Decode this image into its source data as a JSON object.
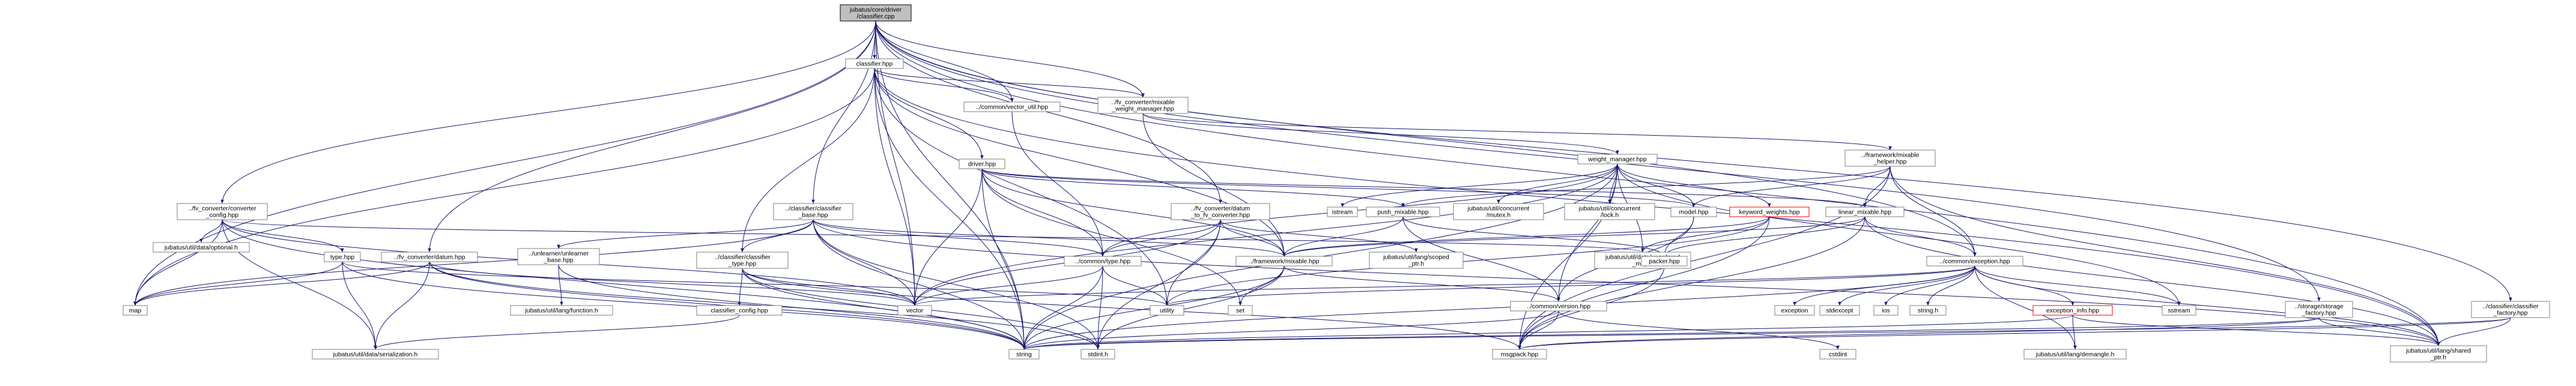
{
  "diagram": {
    "colors": {
      "edge": "#191970",
      "root_fill": "#bfbfbf",
      "box_border": "#7f7f7f",
      "red_border": "#ff0000",
      "background": "#ffffff"
    },
    "nodes": [
      {
        "id": "root",
        "lines": [
          "jubatus/core/driver",
          "/classifier.cpp"
        ],
        "style": "root"
      },
      {
        "id": "classifier_hpp",
        "lines": [
          "classifier.hpp"
        ],
        "style": "plain"
      },
      {
        "id": "vector_util",
        "lines": [
          "../common/vector_util.hpp"
        ],
        "style": "plain"
      },
      {
        "id": "fv_mixable_weight_manager",
        "lines": [
          "../fv_converter/mixable",
          "_weight_manager.hpp"
        ],
        "style": "plain"
      },
      {
        "id": "driver_hpp",
        "lines": [
          "driver.hpp"
        ],
        "style": "plain"
      },
      {
        "id": "weight_manager",
        "lines": [
          "weight_manager.hpp"
        ],
        "style": "plain"
      },
      {
        "id": "framework_mixable_helper",
        "lines": [
          "../framework/mixable",
          "_helper.hpp"
        ],
        "style": "plain"
      },
      {
        "id": "fv_converter_config",
        "lines": [
          "../fv_converter/converter",
          "_config.hpp"
        ],
        "style": "plain"
      },
      {
        "id": "classifier_base",
        "lines": [
          "../classifier/classifier",
          "_base.hpp"
        ],
        "style": "plain"
      },
      {
        "id": "fv_datum_to_fv",
        "lines": [
          "../fv_converter/datum",
          "_to_fv_converter.hpp"
        ],
        "style": "plain"
      },
      {
        "id": "istream",
        "lines": [
          "istream"
        ],
        "style": "plain"
      },
      {
        "id": "push_mixable",
        "lines": [
          "push_mixable.hpp"
        ],
        "style": "plain"
      },
      {
        "id": "concurrent_mutex",
        "lines": [
          "jubatus/util/concurrent",
          "/mutex.h"
        ],
        "style": "plain"
      },
      {
        "id": "concurrent_lock",
        "lines": [
          "jubatus/util/concurrent",
          "/lock.h"
        ],
        "style": "plain"
      },
      {
        "id": "model_hpp",
        "lines": [
          "model.hpp"
        ],
        "style": "plain"
      },
      {
        "id": "keyword_weights",
        "lines": [
          "keyword_weights.hpp"
        ],
        "style": "red"
      },
      {
        "id": "linear_mixable",
        "lines": [
          "linear_mixable.hpp"
        ],
        "style": "plain"
      },
      {
        "id": "data_optional",
        "lines": [
          "jubatus/util/data/optional.h"
        ],
        "style": "plain"
      },
      {
        "id": "type_hpp",
        "lines": [
          "type.hpp"
        ],
        "style": "plain"
      },
      {
        "id": "fv_datum_hpp",
        "lines": [
          "../fv_converter/datum.hpp"
        ],
        "style": "plain"
      },
      {
        "id": "unlearner_base",
        "lines": [
          "../unlearner/unlearner",
          "_base.hpp"
        ],
        "style": "plain"
      },
      {
        "id": "classifier_type",
        "lines": [
          "../classifier/classifier",
          "_type.hpp"
        ],
        "style": "plain"
      },
      {
        "id": "common_type",
        "lines": [
          "../common/type.hpp"
        ],
        "style": "plain"
      },
      {
        "id": "framework_mixable",
        "lines": [
          "../framework/mixable.hpp"
        ],
        "style": "plain"
      },
      {
        "id": "scoped_ptr",
        "lines": [
          "jubatus/util/lang/scoped",
          "_ptr.h"
        ],
        "style": "plain"
      },
      {
        "id": "unordered_map",
        "lines": [
          "jubatus/util/data/unordered",
          "_map.h"
        ],
        "style": "plain"
      },
      {
        "id": "packer_hpp",
        "lines": [
          "packer.hpp"
        ],
        "style": "plain"
      },
      {
        "id": "common_exception",
        "lines": [
          "../common/exception.hpp"
        ],
        "style": "plain"
      },
      {
        "id": "storage_factory",
        "lines": [
          "../storage/storage",
          "_factory.hpp"
        ],
        "style": "plain"
      },
      {
        "id": "classifier_factory",
        "lines": [
          "../classifier/classifier",
          "_factory.hpp"
        ],
        "style": "plain"
      },
      {
        "id": "map",
        "lines": [
          "map"
        ],
        "style": "plain"
      },
      {
        "id": "lang_function",
        "lines": [
          "jubatus/util/lang/function.h"
        ],
        "style": "plain"
      },
      {
        "id": "classifier_config",
        "lines": [
          "classifier_config.hpp"
        ],
        "style": "plain"
      },
      {
        "id": "vector",
        "lines": [
          "vector"
        ],
        "style": "plain"
      },
      {
        "id": "utility",
        "lines": [
          "utility"
        ],
        "style": "plain"
      },
      {
        "id": "set",
        "lines": [
          "set"
        ],
        "style": "plain"
      },
      {
        "id": "common_version",
        "lines": [
          "../common/version.hpp"
        ],
        "style": "plain"
      },
      {
        "id": "exception",
        "lines": [
          "exception"
        ],
        "style": "plain"
      },
      {
        "id": "stdexcept",
        "lines": [
          "stdexcept"
        ],
        "style": "plain"
      },
      {
        "id": "ios",
        "lines": [
          "ios"
        ],
        "style": "plain"
      },
      {
        "id": "string_h",
        "lines": [
          "string.h"
        ],
        "style": "plain"
      },
      {
        "id": "exception_info",
        "lines": [
          "exception_info.hpp"
        ],
        "style": "red"
      },
      {
        "id": "sstream",
        "lines": [
          "sstream"
        ],
        "style": "plain"
      },
      {
        "id": "data_serialization",
        "lines": [
          "jubatus/util/data/serialization.h"
        ],
        "style": "plain"
      },
      {
        "id": "string",
        "lines": [
          "string"
        ],
        "style": "plain"
      },
      {
        "id": "stdint",
        "lines": [
          "stdint.h"
        ],
        "style": "plain"
      },
      {
        "id": "msgpack",
        "lines": [
          "msgpack.hpp"
        ],
        "style": "plain"
      },
      {
        "id": "cstdint",
        "lines": [
          "cstdint"
        ],
        "style": "plain"
      },
      {
        "id": "lang_demangle",
        "lines": [
          "jubatus/util/lang/demangle.h"
        ],
        "style": "plain"
      },
      {
        "id": "shared_ptr",
        "lines": [
          "jubatus/util/lang/shared",
          "_ptr.h"
        ],
        "style": "plain"
      }
    ],
    "edges": [
      [
        "root",
        "classifier_hpp"
      ],
      [
        "root",
        "vector_util"
      ],
      [
        "root",
        "fv_mixable_weight_manager"
      ],
      [
        "root",
        "fv_converter_config"
      ],
      [
        "root",
        "classifier_base"
      ],
      [
        "root",
        "fv_datum_to_fv"
      ],
      [
        "root",
        "fv_datum_hpp"
      ],
      [
        "root",
        "map"
      ],
      [
        "root",
        "vector"
      ],
      [
        "root",
        "string"
      ],
      [
        "root",
        "storage_factory"
      ],
      [
        "root",
        "classifier_factory"
      ],
      [
        "root",
        "common_exception"
      ],
      [
        "root",
        "shared_ptr"
      ],
      [
        "classifier_hpp",
        "vector_util"
      ],
      [
        "classifier_hpp",
        "fv_mixable_weight_manager"
      ],
      [
        "classifier_hpp",
        "driver_hpp"
      ],
      [
        "classifier_hpp",
        "classifier_type"
      ],
      [
        "classifier_hpp",
        "framework_mixable"
      ],
      [
        "classifier_hpp",
        "vector"
      ],
      [
        "classifier_hpp",
        "string"
      ],
      [
        "classifier_hpp",
        "map"
      ],
      [
        "classifier_hpp",
        "shared_ptr"
      ],
      [
        "classifier_hpp",
        "utility"
      ],
      [
        "vector_util",
        "common_type"
      ],
      [
        "fv_mixable_weight_manager",
        "weight_manager"
      ],
      [
        "fv_mixable_weight_manager",
        "framework_mixable_helper"
      ],
      [
        "fv_mixable_weight_manager",
        "framework_mixable"
      ],
      [
        "driver_hpp",
        "push_mixable"
      ],
      [
        "driver_hpp",
        "model_hpp"
      ],
      [
        "driver_hpp",
        "linear_mixable"
      ],
      [
        "driver_hpp",
        "common_type"
      ],
      [
        "driver_hpp",
        "framework_mixable"
      ],
      [
        "driver_hpp",
        "vector"
      ],
      [
        "driver_hpp",
        "string"
      ],
      [
        "driver_hpp",
        "set"
      ],
      [
        "weight_manager",
        "istream"
      ],
      [
        "weight_manager",
        "concurrent_mutex"
      ],
      [
        "weight_manager",
        "concurrent_lock"
      ],
      [
        "weight_manager",
        "model_hpp"
      ],
      [
        "weight_manager",
        "keyword_weights"
      ],
      [
        "weight_manager",
        "common_type"
      ],
      [
        "weight_manager",
        "unordered_map"
      ],
      [
        "weight_manager",
        "common_version"
      ],
      [
        "weight_manager",
        "string"
      ],
      [
        "weight_manager",
        "msgpack"
      ],
      [
        "weight_manager",
        "vector"
      ],
      [
        "weight_manager",
        "sstream"
      ],
      [
        "framework_mixable_helper",
        "linear_mixable"
      ],
      [
        "framework_mixable_helper",
        "model_hpp"
      ],
      [
        "framework_mixable_helper",
        "push_mixable"
      ],
      [
        "framework_mixable_helper",
        "common_exception"
      ],
      [
        "framework_mixable_helper",
        "shared_ptr"
      ],
      [
        "framework_mixable_helper",
        "msgpack"
      ],
      [
        "fv_converter_config",
        "data_optional"
      ],
      [
        "fv_converter_config",
        "type_hpp"
      ],
      [
        "fv_converter_config",
        "map"
      ],
      [
        "fv_converter_config",
        "string"
      ],
      [
        "fv_converter_config",
        "vector"
      ],
      [
        "fv_converter_config",
        "data_serialization"
      ],
      [
        "fv_converter_config",
        "unordered_map"
      ],
      [
        "classifier_base",
        "unlearner_base"
      ],
      [
        "classifier_base",
        "classifier_type"
      ],
      [
        "classifier_base",
        "common_type"
      ],
      [
        "classifier_base",
        "framework_mixable"
      ],
      [
        "classifier_base",
        "string"
      ],
      [
        "classifier_base",
        "vector"
      ],
      [
        "classifier_base",
        "stdint"
      ],
      [
        "classifier_base",
        "map"
      ],
      [
        "classifier_base",
        "shared_ptr"
      ],
      [
        "fv_datum_to_fv",
        "common_type"
      ],
      [
        "fv_datum_to_fv",
        "framework_mixable"
      ],
      [
        "fv_datum_to_fv",
        "scoped_ptr"
      ],
      [
        "fv_datum_to_fv",
        "vector"
      ],
      [
        "fv_datum_to_fv",
        "utility"
      ],
      [
        "fv_datum_to_fv",
        "stdint"
      ],
      [
        "push_mixable",
        "framework_mixable"
      ],
      [
        "push_mixable",
        "packer_hpp"
      ],
      [
        "push_mixable",
        "common_version"
      ],
      [
        "model_hpp",
        "packer_hpp"
      ],
      [
        "model_hpp",
        "common_version"
      ],
      [
        "keyword_weights",
        "framework_mixable"
      ],
      [
        "keyword_weights",
        "unordered_map"
      ],
      [
        "keyword_weights",
        "msgpack"
      ],
      [
        "keyword_weights",
        "utility"
      ],
      [
        "linear_mixable",
        "framework_mixable"
      ],
      [
        "linear_mixable",
        "common_exception"
      ],
      [
        "linear_mixable",
        "packer_hpp"
      ],
      [
        "linear_mixable",
        "msgpack"
      ],
      [
        "linear_mixable",
        "shared_ptr"
      ],
      [
        "type_hpp",
        "map"
      ],
      [
        "type_hpp",
        "string"
      ],
      [
        "type_hpp",
        "utility"
      ],
      [
        "type_hpp",
        "data_serialization"
      ],
      [
        "fv_datum_hpp",
        "map"
      ],
      [
        "fv_datum_hpp",
        "string"
      ],
      [
        "fv_datum_hpp",
        "vector"
      ],
      [
        "fv_datum_hpp",
        "data_serialization"
      ],
      [
        "fv_datum_hpp",
        "stdint"
      ],
      [
        "unlearner_base",
        "lang_function"
      ],
      [
        "unlearner_base",
        "string"
      ],
      [
        "classifier_type",
        "classifier_config"
      ],
      [
        "classifier_type",
        "vector"
      ],
      [
        "classifier_type",
        "string"
      ],
      [
        "classifier_type",
        "msgpack"
      ],
      [
        "classifier_type",
        "stdint"
      ],
      [
        "classifier_config",
        "data_serialization"
      ],
      [
        "common_type",
        "string"
      ],
      [
        "common_type",
        "vector"
      ],
      [
        "common_type",
        "utility"
      ],
      [
        "common_type",
        "stdint"
      ],
      [
        "framework_mixable",
        "common_version"
      ],
      [
        "framework_mixable",
        "set"
      ],
      [
        "framework_mixable",
        "string"
      ],
      [
        "framework_mixable",
        "stdint"
      ],
      [
        "packer_hpp",
        "msgpack"
      ],
      [
        "common_exception",
        "exception"
      ],
      [
        "common_exception",
        "stdexcept"
      ],
      [
        "common_exception",
        "ios"
      ],
      [
        "common_exception",
        "string_h"
      ],
      [
        "common_exception",
        "exception_info"
      ],
      [
        "common_exception",
        "sstream"
      ],
      [
        "common_exception",
        "lang_demangle"
      ],
      [
        "common_exception",
        "shared_ptr"
      ],
      [
        "common_exception",
        "string"
      ],
      [
        "common_exception",
        "utility"
      ],
      [
        "common_exception",
        "vector"
      ],
      [
        "exception_info",
        "lang_demangle"
      ],
      [
        "exception_info",
        "shared_ptr"
      ],
      [
        "exception_info",
        "string"
      ],
      [
        "common_version",
        "msgpack"
      ],
      [
        "common_version",
        "cstdint"
      ],
      [
        "common_version",
        "string"
      ],
      [
        "storage_factory",
        "msgpack"
      ],
      [
        "storage_factory",
        "shared_ptr"
      ],
      [
        "storage_factory",
        "string"
      ],
      [
        "classifier_factory",
        "shared_ptr"
      ],
      [
        "classifier_factory",
        "string"
      ],
      [
        "classifier_factory",
        "msgpack"
      ]
    ]
  }
}
